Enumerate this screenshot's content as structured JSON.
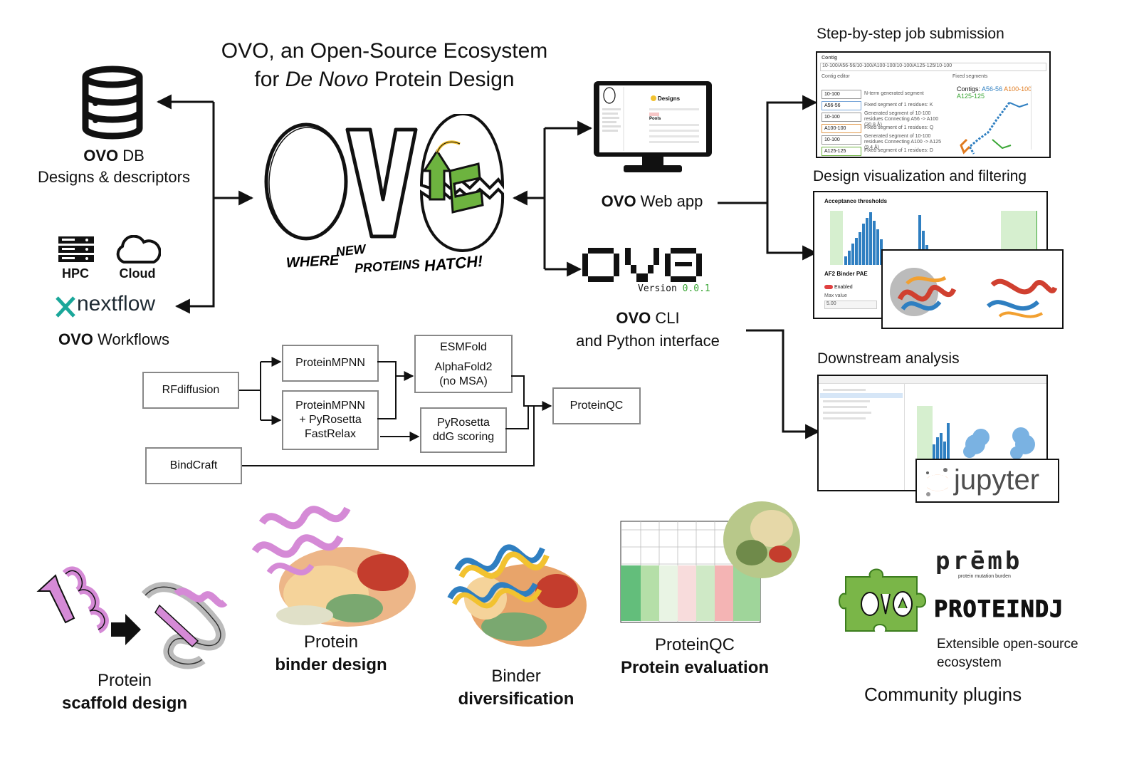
{
  "title": {
    "line1": "OVO, an Open-Source Ecosystem",
    "line2_pre": "for ",
    "line2_italic": "De Novo",
    "line2_post": " Protein Design"
  },
  "db": {
    "name_bold": "OVO",
    "name_rest": " DB",
    "desc": "Designs & descriptors"
  },
  "infra": {
    "hpc": "HPC",
    "cloud": "Cloud",
    "nextflow": "nextflow",
    "workflows_bold": "OVO",
    "workflows_rest": " Workflows"
  },
  "logo": {
    "tagline_where": "WHERE",
    "tagline_new": "NEW",
    "tagline_proteins": "PROTEINS",
    "tagline_hatch": "HATCH!"
  },
  "webapp": {
    "label_bold": "OVO",
    "label_rest": " Web app",
    "screen_title": "Designs",
    "screen_section": "Pools"
  },
  "cli": {
    "version_prefix": "Version ",
    "version": "0.0.1",
    "label_bold": "OVO",
    "label_rest": " CLI",
    "label2": "and Python interface"
  },
  "panels": {
    "step": "Step-by-step job submission",
    "viz": "Design visualization and filtering",
    "downstream": "Downstream analysis"
  },
  "step_shot": {
    "contig_label": "Contig",
    "contig_value": "10-100/A56-56/10-100/A100-100/10-100/A125-125/10-100",
    "editor_label": "Contig editor",
    "fixed_label": "Fixed segments",
    "segments": [
      "10-100",
      "A56-56",
      "10-100",
      "A100-100",
      "10-100",
      "A125-125"
    ],
    "segment_desc": [
      "N-term generated segment",
      "Fixed segment of 1 residues: K",
      "Generated segment of 10-100 residues Connecting A56 -> A100 (30.8 Å)",
      "Fixed segment of 1 residues: Q",
      "Generated segment of 10-100 residues Connecting A100 -> A125 (9.4 Å)",
      "Fixed segment of 1 residues: D"
    ],
    "contigs_text": "Contigs:",
    "contig_tags": [
      "A56-56",
      "A100-100",
      "A125-125"
    ]
  },
  "viz_shot": {
    "heading": "Acceptance thresholds",
    "pae_label": "AF2 Binder PAE",
    "enabled": "Enabled",
    "max_value_label": "Max value",
    "max_value": "5.00"
  },
  "jupyter": {
    "word": "jupyter"
  },
  "pipeline": {
    "rfdiffusion": "RFdiffusion",
    "pmpnn": "ProteinMPNN",
    "pmpnn_relax": [
      "ProteinMPNN",
      "+ PyRosetta",
      "FastRelax"
    ],
    "esmfold": "ESMFold",
    "af2": [
      "AlphaFold2",
      "(no MSA)"
    ],
    "ddg": [
      "PyRosetta",
      "ddG scoring"
    ],
    "bindcraft": "BindCraft",
    "proteinqc": "ProteinQC"
  },
  "bottom": {
    "scaffold": {
      "l1": "Protein",
      "l2": "scaffold design"
    },
    "binder": {
      "l1": "Protein",
      "l2": "binder design"
    },
    "diversification": {
      "l1": "Binder",
      "l2": "diversification"
    },
    "evaluation": {
      "l1": "ProteinQC",
      "l2": "Protein evaluation"
    },
    "plugins": {
      "premb": "prēmb",
      "premb_sub": "protein mutation burden",
      "proteindj": "PROTEINDJ",
      "ext1": "Extensible open-source",
      "ext2": "ecosystem",
      "title": "Community plugins"
    }
  },
  "colors": {
    "green": "#6db33f",
    "dark_green": "#3c7d1e",
    "pink": "#d58ad6",
    "blue": "#2f7fc1",
    "yellow": "#f2c230"
  }
}
